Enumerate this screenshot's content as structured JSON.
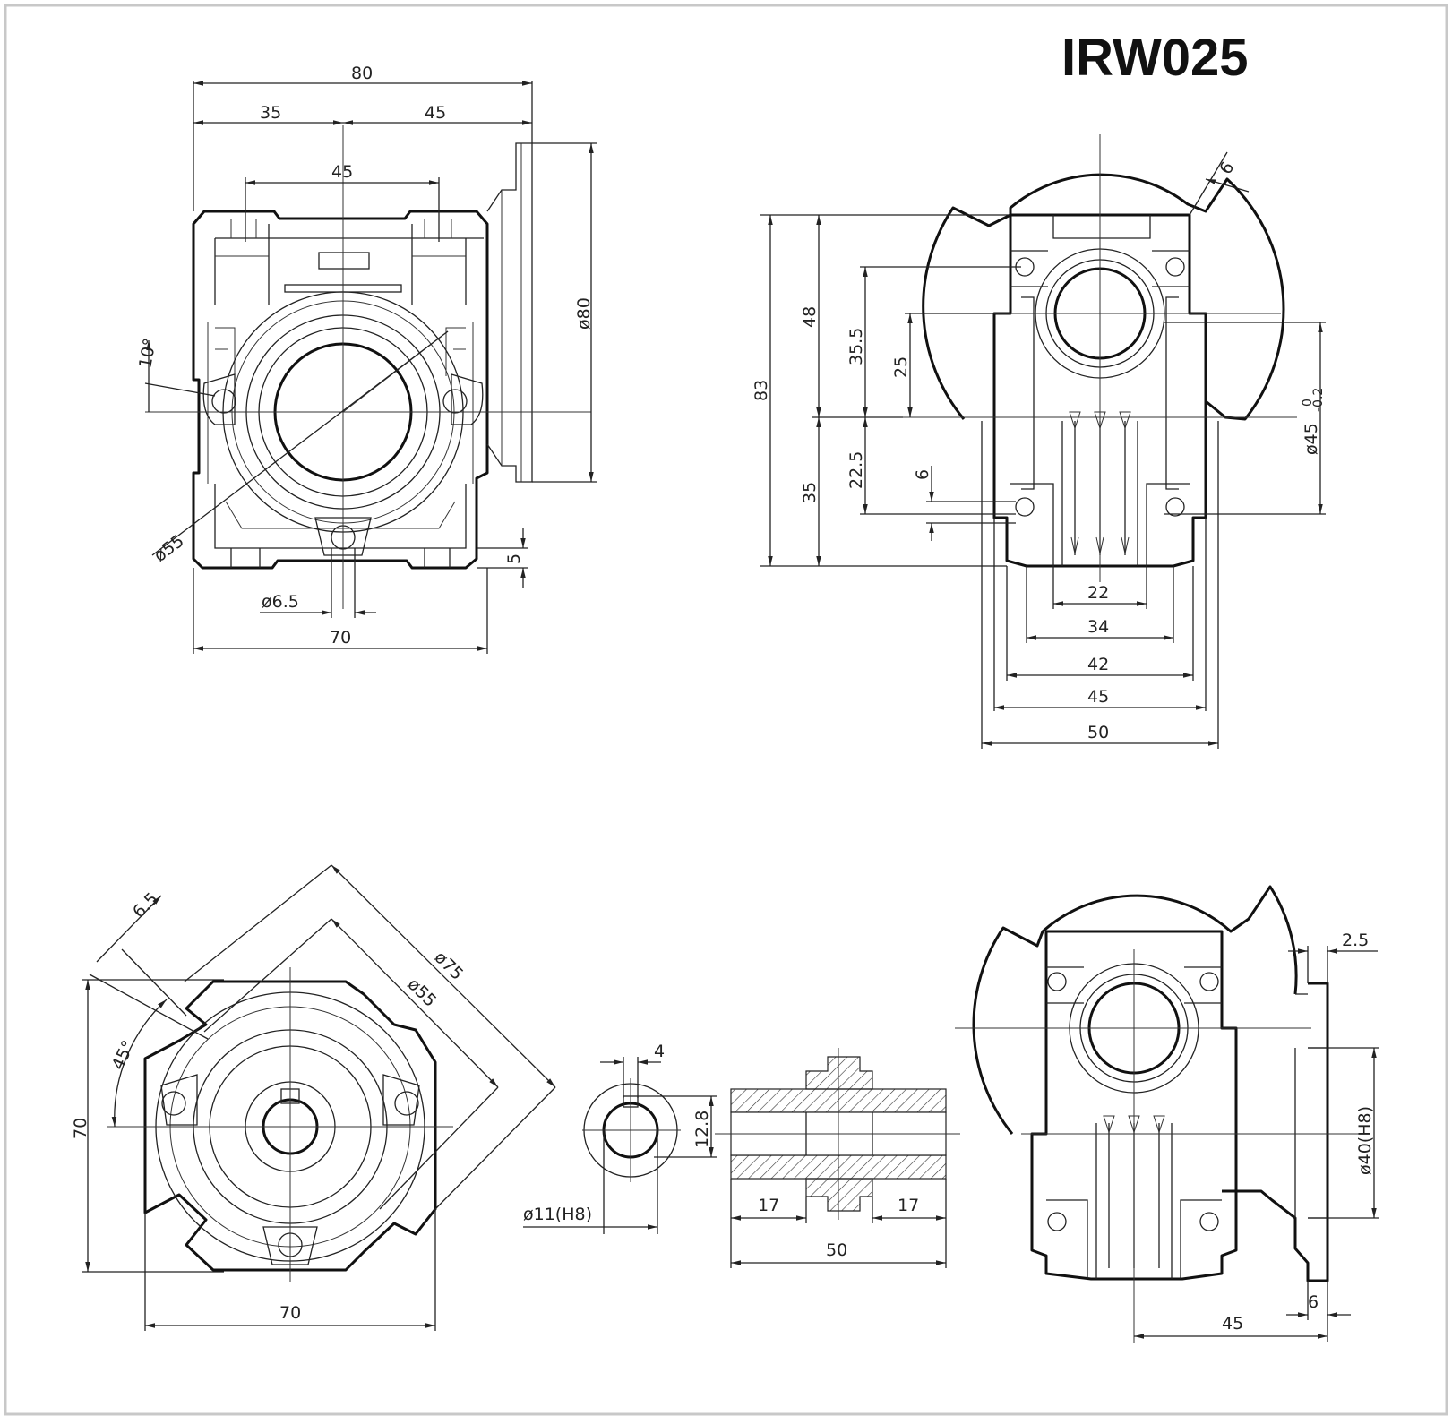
{
  "title": "IRW025",
  "front_view": {
    "dims": {
      "overall_width": "80",
      "left_part": "35",
      "right_part": "45",
      "mount_holes": "45",
      "flange_diameter": "ø80",
      "angle": "10°",
      "bolt_circle": "ø55",
      "hole_diameter": "ø6.5",
      "foot_height": "5",
      "body_width": "70"
    }
  },
  "side_view": {
    "dims": {
      "total_height": "83",
      "upper_height": "48",
      "lower_height": "35",
      "axis_offset_upper": "35.5",
      "axis_offset_lower": "22.5",
      "shaft_offset": "25",
      "base_thickness": "6",
      "hub_diameter": "ø45",
      "hub_tolerance_upper": "0",
      "hub_tolerance_lower": "-0.2",
      "width_22": "22",
      "width_34": "34",
      "width_42": "42",
      "width_45": "45",
      "width_50": "50",
      "slot": "6"
    }
  },
  "flange_view": {
    "dims": {
      "slot_width": "6.5",
      "outer_circle": "ø75",
      "bolt_circle": "ø55",
      "angle": "45°",
      "height": "70",
      "width": "70"
    }
  },
  "shaft_detail": {
    "dims": {
      "key_width": "4",
      "key_depth": "12.8",
      "bore": "ø11(H8)",
      "left_length": "17",
      "right_length": "17",
      "total_length": "50"
    }
  },
  "input_view": {
    "dims": {
      "flange_offset": "2.5",
      "pilot_diameter": "ø40(H8)",
      "flange_thickness": "6",
      "axis_distance": "45"
    }
  }
}
